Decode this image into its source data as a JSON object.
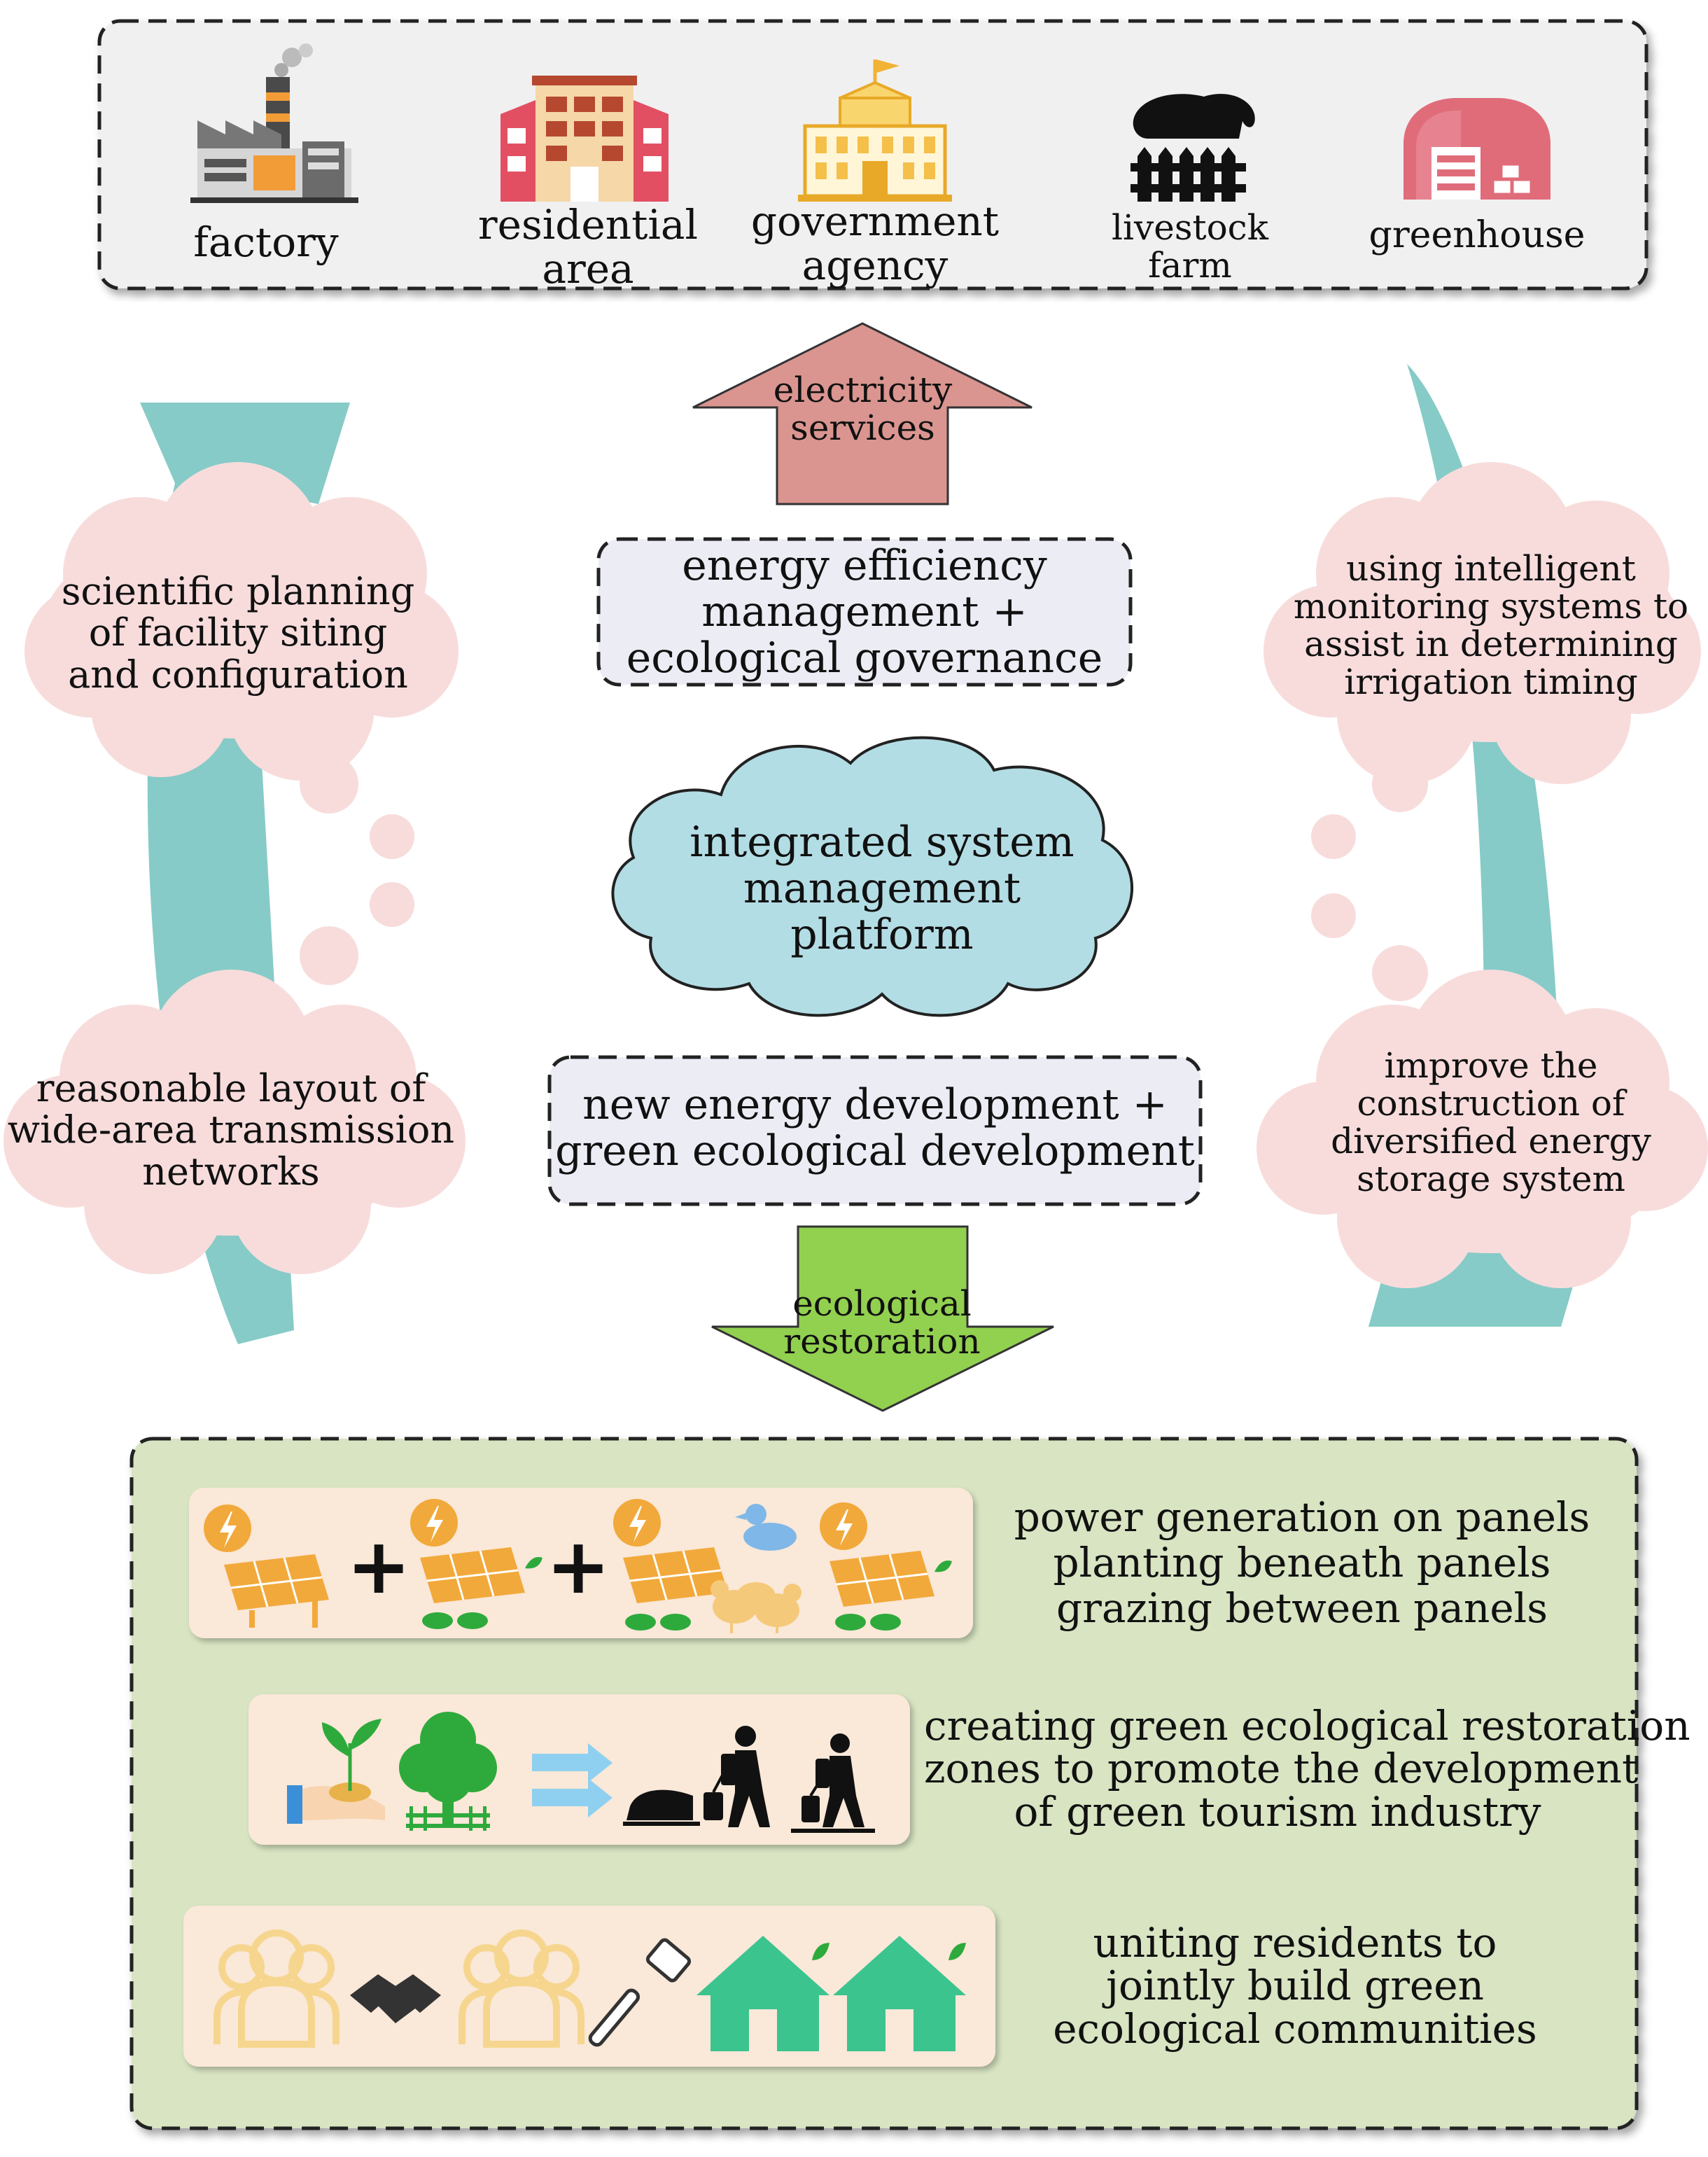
{
  "consumers": [
    {
      "name": "factory",
      "lines": [
        "factory"
      ]
    },
    {
      "name": "residential",
      "lines": [
        "residential",
        "area"
      ]
    },
    {
      "name": "government",
      "lines": [
        "government",
        "agency"
      ]
    },
    {
      "name": "livestock",
      "lines": [
        "livestock",
        "farm"
      ]
    },
    {
      "name": "greenhouse",
      "lines": [
        "greenhouse"
      ]
    }
  ],
  "up_arrow": {
    "lines": [
      "electricity",
      "services"
    ]
  },
  "efficiency_box": {
    "lines": [
      "energy efficiency",
      "management +",
      "ecological governance"
    ]
  },
  "platform": {
    "lines": [
      "integrated system",
      "management",
      "platform"
    ]
  },
  "development_box": {
    "lines": [
      "new energy development +",
      "green ecological development"
    ]
  },
  "down_arrow": {
    "lines": [
      "ecological",
      "restoration"
    ]
  },
  "left_clouds": [
    {
      "lines": [
        "scientific planning",
        "of facility siting",
        "and configuration"
      ]
    },
    {
      "lines": [
        "reasonable layout of",
        "wide-area transmission",
        "networks"
      ]
    }
  ],
  "right_clouds": [
    {
      "lines": [
        "using intelligent",
        "monitoring systems to",
        "assist in determining",
        "irrigation timing"
      ]
    },
    {
      "lines": [
        "improve the",
        "construction of",
        "diversified energy",
        "storage system"
      ]
    }
  ],
  "bottom_rows": [
    {
      "lines": [
        "power generation on panels",
        "planting beneath panels",
        "grazing between panels"
      ]
    },
    {
      "lines": [
        "creating green ecological restoration",
        "zones to promote the development",
        "of green tourism industry"
      ]
    },
    {
      "lines": [
        "uniting residents to",
        "jointly build green",
        "ecological communities"
      ]
    }
  ],
  "colors": {
    "top_panel": "#f0f0f0",
    "up_arrow": "#da9590",
    "down_arrow": "#92d050",
    "platform_cloud": "#b3dde5",
    "pink_cloud": "#f8dcdc",
    "teal_arrow": "#7fc8c4",
    "bottom_panel": "#d8e4c2",
    "icon_bar": "#fae8d8",
    "solar_orange": "#f2a93b",
    "leaf_green": "#2eaa3c",
    "house_green": "#3cc48f",
    "people_yellow": "#f6d68e"
  }
}
